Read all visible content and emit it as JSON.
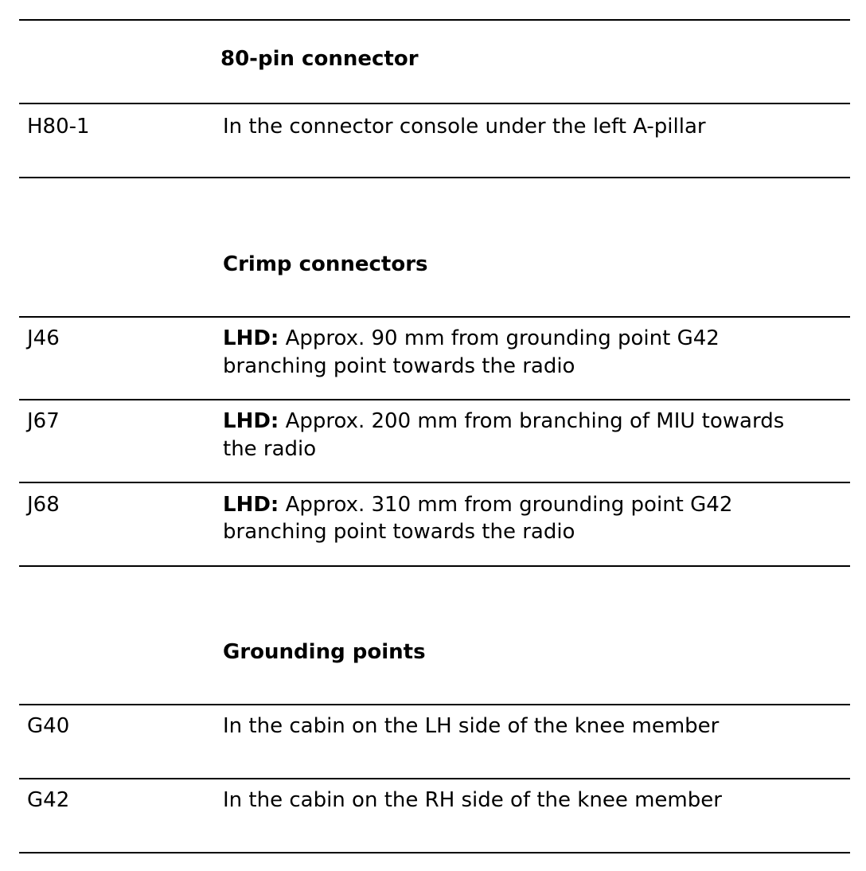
{
  "sections": [
    {
      "heading": "80-pin connector",
      "rows": [
        {
          "code": "H80-1",
          "prefix": "",
          "lines": [
            "In the connector console under the left A-pillar"
          ]
        }
      ]
    },
    {
      "heading": "Crimp connectors",
      "rows": [
        {
          "code": "J46",
          "prefix": "LHD:",
          "lines": [
            "Approx. 90 mm from grounding point G42",
            "branching point towards the radio"
          ]
        },
        {
          "code": "J67",
          "prefix": "LHD:",
          "lines": [
            "Approx. 200 mm from branching of MIU towards",
            "the radio"
          ]
        },
        {
          "code": "J68",
          "prefix": "LHD:",
          "lines": [
            "Approx. 310 mm from grounding point G42",
            "branching point towards the radio"
          ]
        }
      ]
    },
    {
      "heading": "Grounding points",
      "rows": [
        {
          "code": "G40",
          "prefix": "",
          "lines": [
            "In the cabin on the LH side of the knee member"
          ]
        },
        {
          "code": "G42",
          "prefix": "",
          "lines": [
            "In the cabin on the RH side of the knee member"
          ]
        }
      ]
    }
  ]
}
